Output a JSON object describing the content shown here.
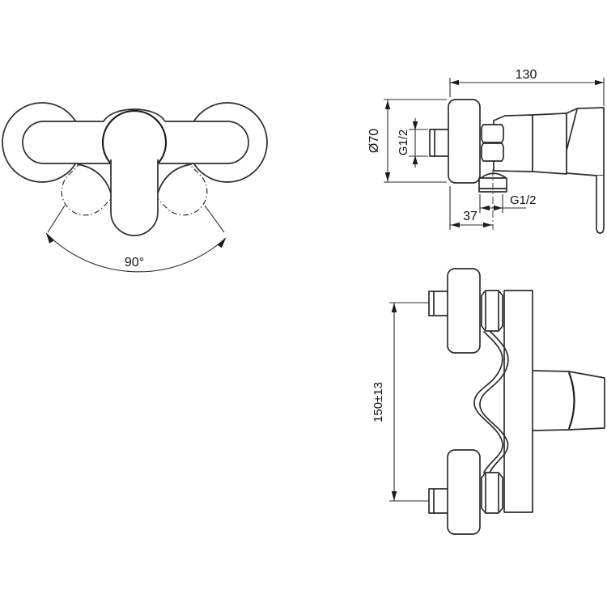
{
  "drawing": {
    "background": "#ffffff",
    "line_color": "#2d2d2d",
    "figures": {
      "front_view": {
        "rotation_angle_label": "90°"
      },
      "side_view": {
        "overall_depth_label": "130",
        "flange_diameter_label": "Ø70",
        "inlet_thread_label": "G1/2",
        "outlet_thread_label": "G1/2",
        "outlet_offset_label": "37"
      },
      "face_view": {
        "connection_spacing_label": "150±13"
      }
    }
  }
}
